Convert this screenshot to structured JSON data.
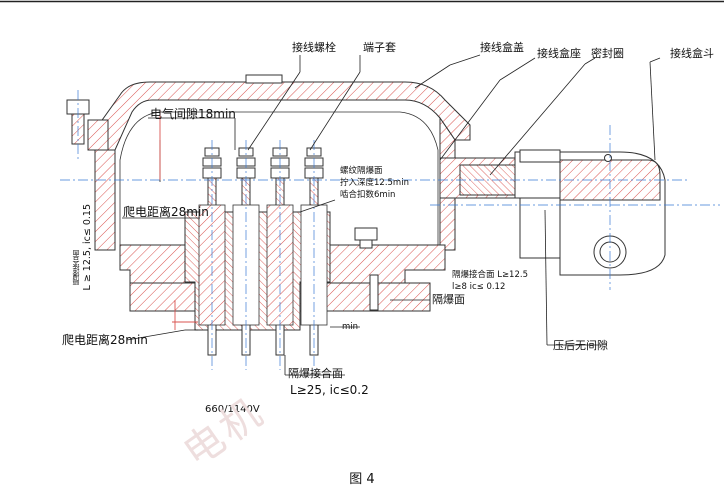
{
  "labels": {
    "bolt": "接线螺栓",
    "terminal_sleeve": "端子套",
    "box_cover": "接线盒盖",
    "box_base": "接线盒座",
    "seal_ring": "密封圈",
    "box_bucket": "接线盒斗",
    "electrical_clearance": "电气间隙18min",
    "creepage_top": "爬电距离28min",
    "creepage_bottom": "爬电距离28min",
    "thread_title": "螺纹隔爆面",
    "thread_depth": "拧入深度12.5min",
    "thread_engage": "啮合扣数6min",
    "explosion_face": "隔爆面",
    "joint_face": "隔爆接合面",
    "joint_spec": "L≥25, ic≤0.2",
    "right_joint_title": "隔爆接合面 L≥12.5",
    "right_joint_spec": "l≥8  ic≤ 0.12",
    "left_vertical_spec": "L ≥ 12.5, ic≤ 0.15",
    "left_vertical_title": "隔爆接合面",
    "no_gap": "压后无间隙",
    "small_dim": "min",
    "voltage": "660/1140V"
  },
  "caption": "图 4",
  "watermark": "电机"
}
